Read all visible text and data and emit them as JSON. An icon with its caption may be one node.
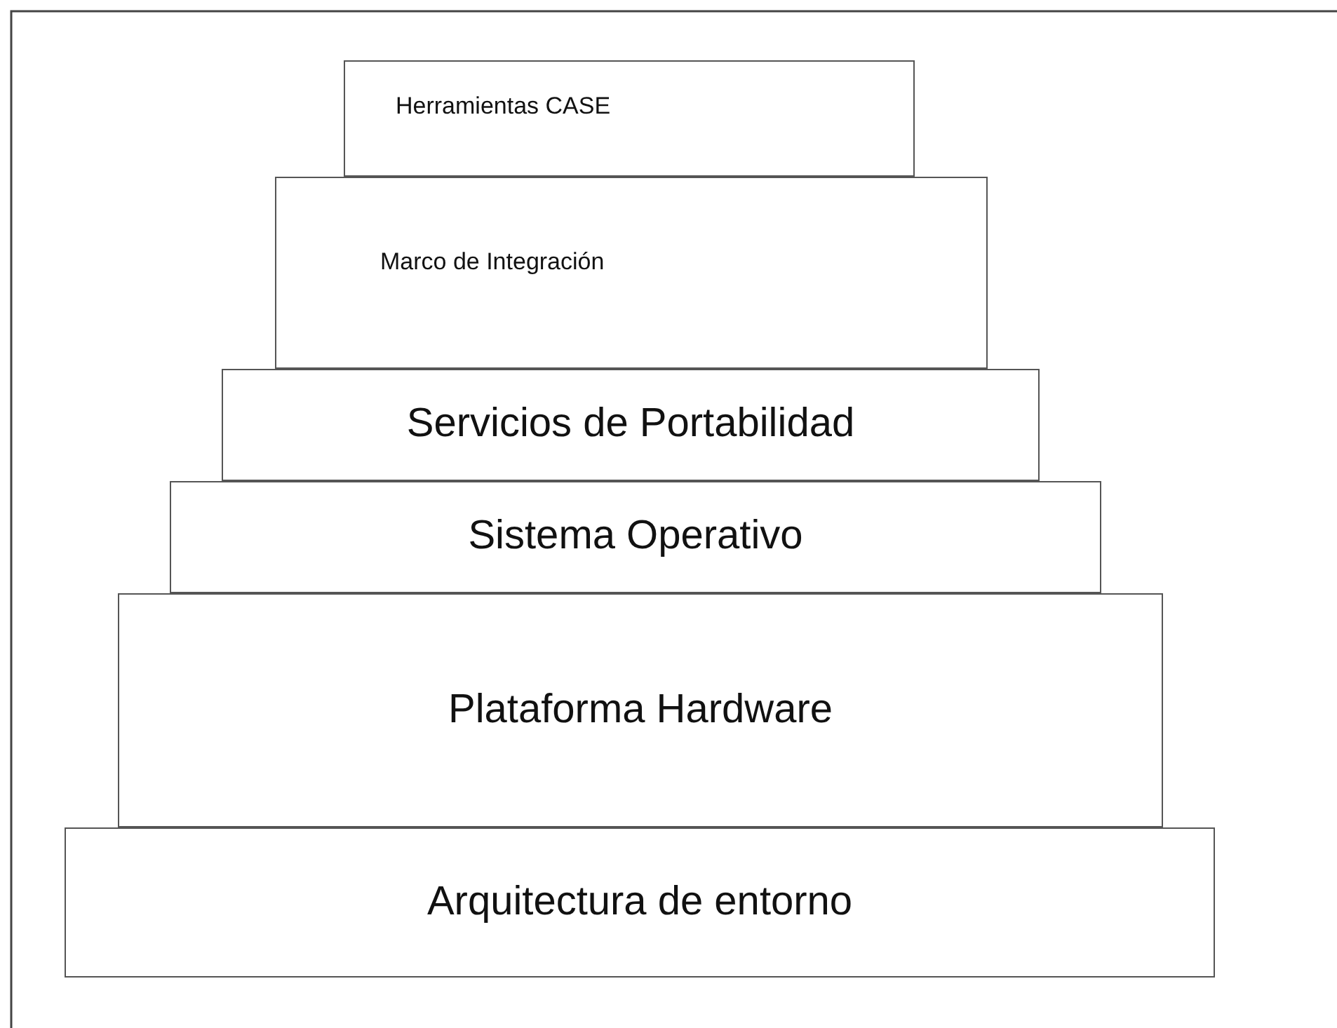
{
  "diagram": {
    "nodes": [
      {
        "text": [
          "Herramientas CASE"
        ]
      },
      {
        "text": [
          "Marco de Integración"
        ]
      },
      {
        "text": [
          "Servicios de Portabilidad"
        ]
      },
      {
        "text": [
          "Sistema Operativo"
        ]
      },
      {
        "text": [
          "Plataforma Hardware"
        ]
      },
      {
        "text": [
          "Arquitectura de entorno"
        ]
      }
    ]
  }
}
